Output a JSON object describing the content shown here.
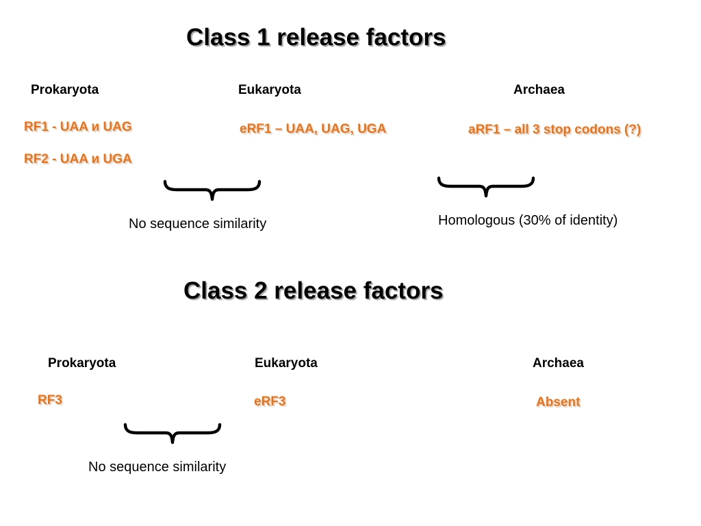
{
  "slide": {
    "background_color": "#FFFFFF",
    "accent_color": "#ED7216",
    "text_color": "#000000"
  },
  "sections": [
    {
      "title": "Class 1 release factors",
      "columns": [
        {
          "header": "Prokaryota",
          "entries": [
            "RF1 - UAA и UAG",
            "RF2 - UAA и UGA"
          ]
        },
        {
          "header": "Eukaryota",
          "entries": [
            "eRF1 – UAA, UAG, UGA"
          ]
        },
        {
          "header": "Archaea",
          "entries": [
            "aRF1 – all 3 stop codons (?)"
          ]
        }
      ],
      "annotations": [
        {
          "brace": "curly-brace-down",
          "caption": "No sequence similarity"
        },
        {
          "brace": "curly-brace-down",
          "caption": "Homologous (30% of identity)"
        }
      ]
    },
    {
      "title": "Class 2 release factors",
      "columns": [
        {
          "header": "Prokaryota",
          "entries": [
            "RF3"
          ]
        },
        {
          "header": "Eukaryota",
          "entries": [
            "eRF3"
          ]
        },
        {
          "header": "Archaea",
          "entries": [
            "Absent"
          ]
        }
      ],
      "annotations": [
        {
          "brace": "curly-brace-down",
          "caption": "No sequence similarity"
        }
      ]
    }
  ]
}
